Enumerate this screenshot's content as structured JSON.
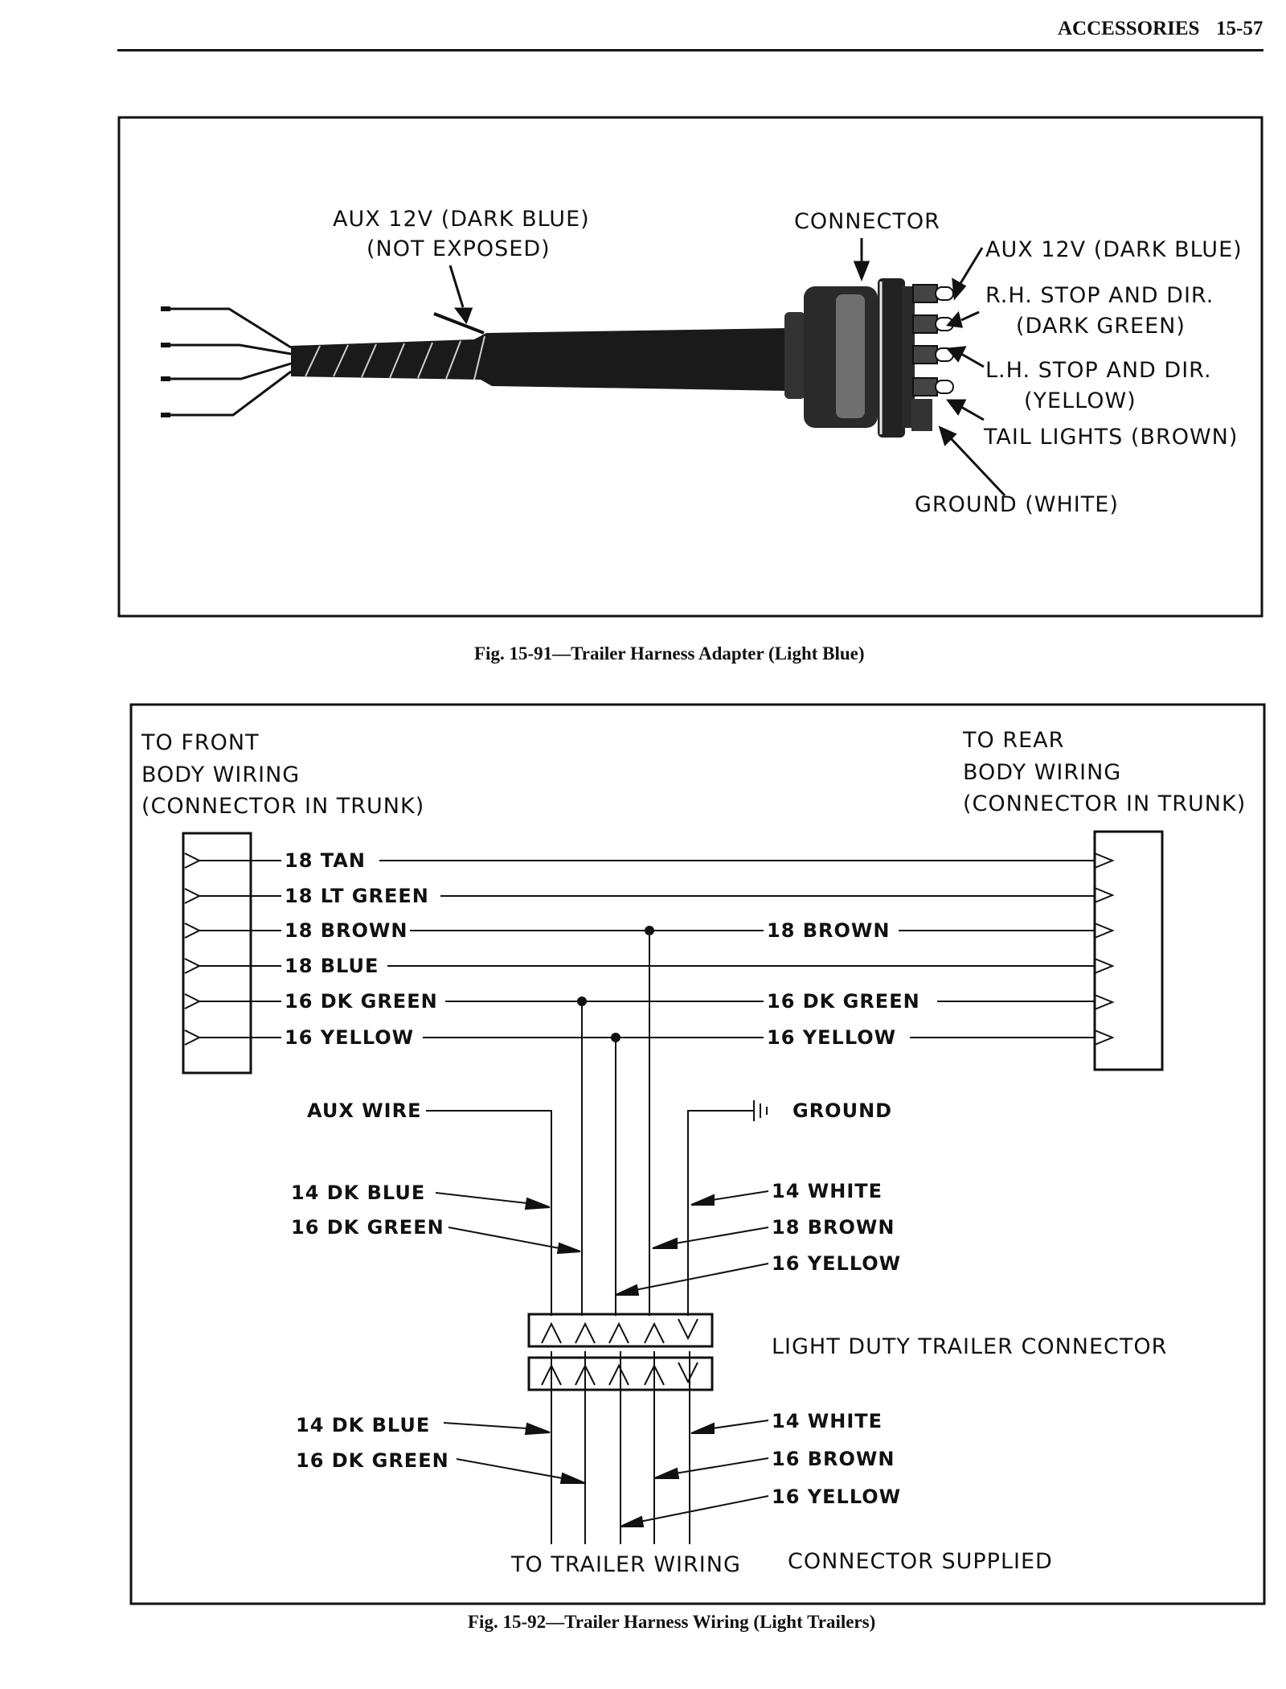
{
  "header": {
    "section": "ACCESSORIES",
    "page": "15-57"
  },
  "fig1": {
    "caption": "Fig. 15-91—Trailer Harness Adapter (Light Blue)",
    "labels": {
      "aux_line1": "AUX 12V (DARK BLUE)",
      "aux_line2": "(NOT EXPOSED)",
      "connector": "CONNECTOR",
      "aux12v": "AUX 12V (DARK BLUE)",
      "rh_line1": "R.H. STOP AND DIR.",
      "rh_line2": "(DARK GREEN)",
      "lh_line1": "L.H. STOP AND DIR.",
      "lh_line2": "(YELLOW)",
      "tail": "TAIL LIGHTS (BROWN)",
      "ground": "GROUND (WHITE)"
    }
  },
  "fig2": {
    "caption": "Fig. 15-92—Trailer Harness Wiring (Light Trailers)",
    "front": [
      "TO FRONT",
      "BODY WIRING",
      "(CONNECTOR IN TRUNK)"
    ],
    "rear": [
      "TO REAR",
      "BODY WIRING",
      "(CONNECTOR IN TRUNK)"
    ],
    "wires_left": [
      "18 TAN",
      "18 LT GREEN",
      "18 BROWN",
      "18 BLUE",
      "16 DK GREEN",
      "16 YELLOW"
    ],
    "wires_right": [
      "18 BROWN",
      "16 DK GREEN",
      "16 YELLOW"
    ],
    "aux_wire": "AUX WIRE",
    "ground": "GROUND",
    "upper_left": [
      "14 DK BLUE",
      "16 DK GREEN"
    ],
    "upper_right": [
      "14 WHITE",
      "18 BROWN",
      "16 YELLOW"
    ],
    "connector_label": "LIGHT DUTY TRAILER CONNECTOR",
    "lower_left": [
      "14 DK BLUE",
      "16 DK GREEN"
    ],
    "lower_right": [
      "14 WHITE",
      "16 BROWN",
      "16 YELLOW"
    ],
    "to_trailer": "TO TRAILER WIRING",
    "supplied": "CONNECTOR SUPPLIED"
  }
}
